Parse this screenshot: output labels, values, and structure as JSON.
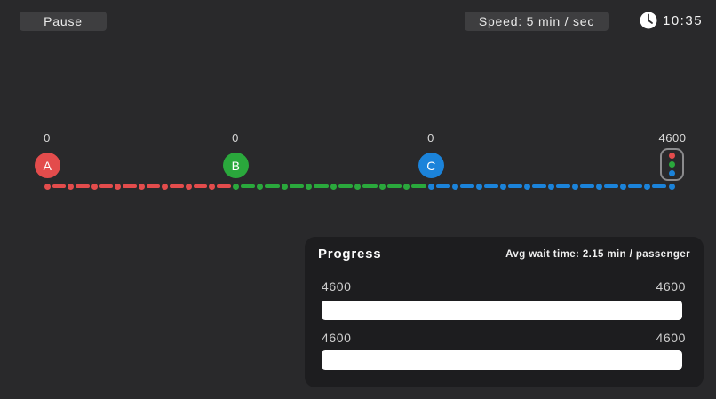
{
  "toolbar": {
    "pause_label": "Pause",
    "speed_label": "Speed: 5 min / sec",
    "time": "10:35"
  },
  "colors": {
    "red": "#e34c4c",
    "green": "#2aa83c",
    "blue": "#1b83da"
  },
  "route": {
    "stations": [
      {
        "label": "A",
        "count": "0",
        "color": "#e34c4c"
      },
      {
        "label": "B",
        "count": "0",
        "color": "#2aa83c"
      },
      {
        "label": "C",
        "count": "0",
        "color": "#1b83da"
      }
    ],
    "terminal": {
      "count": "4600",
      "lights": [
        "#e34c4c",
        "#2aa83c",
        "#1b83da"
      ]
    }
  },
  "progress_panel": {
    "title": "Progress",
    "avg_wait": "Avg wait time: 2.15 min / passenger",
    "bars": [
      {
        "left_label": "4600",
        "right_label": "4600",
        "fill_pct": 100
      },
      {
        "left_label": "4600",
        "right_label": "4600",
        "fill_pct": 100
      }
    ]
  }
}
